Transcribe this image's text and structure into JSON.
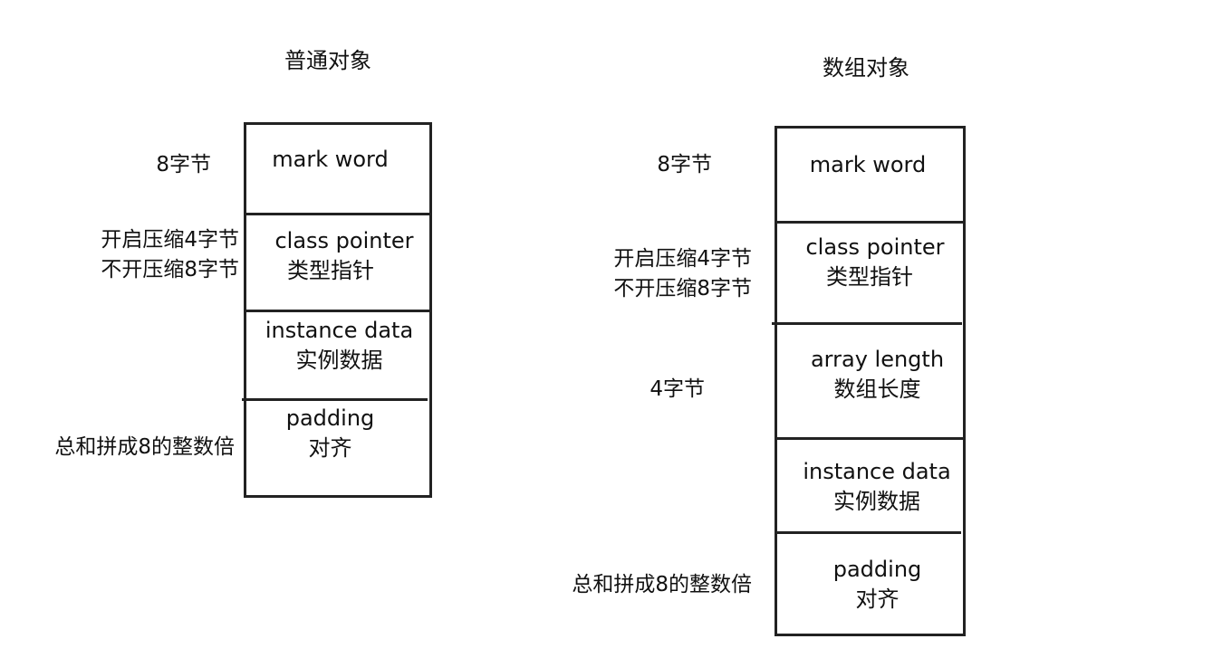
{
  "ordinary_object": {
    "title": "普通对象",
    "sections": [
      {
        "name": "mark word",
        "size_label": [
          "8字节"
        ]
      },
      {
        "name": "class pointer",
        "cn_name": "类型指针",
        "size_label": [
          "开启压缩4字节",
          "不开压缩8字节"
        ]
      },
      {
        "name": "instance data",
        "cn_name": "实例数据"
      },
      {
        "name": "padding",
        "cn_name": "对齐",
        "size_label": [
          "总和拼成8的整数倍"
        ]
      }
    ]
  },
  "array_object": {
    "title": "数组对象",
    "sections": [
      {
        "name": "mark word",
        "size_label": [
          "8字节"
        ]
      },
      {
        "name": "class pointer",
        "cn_name": "类型指针",
        "size_label": [
          "开启压缩4字节",
          "不开压缩8字节"
        ]
      },
      {
        "name": "array length",
        "cn_name": "数组长度",
        "size_label": [
          "4字节"
        ]
      },
      {
        "name": "instance data",
        "cn_name": "实例数据"
      },
      {
        "name": "padding",
        "cn_name": "对齐",
        "size_label": [
          "总和拼成8的整数倍"
        ]
      }
    ]
  },
  "colors": {
    "line": "#222222",
    "text": "#111111",
    "background": "#ffffff"
  }
}
